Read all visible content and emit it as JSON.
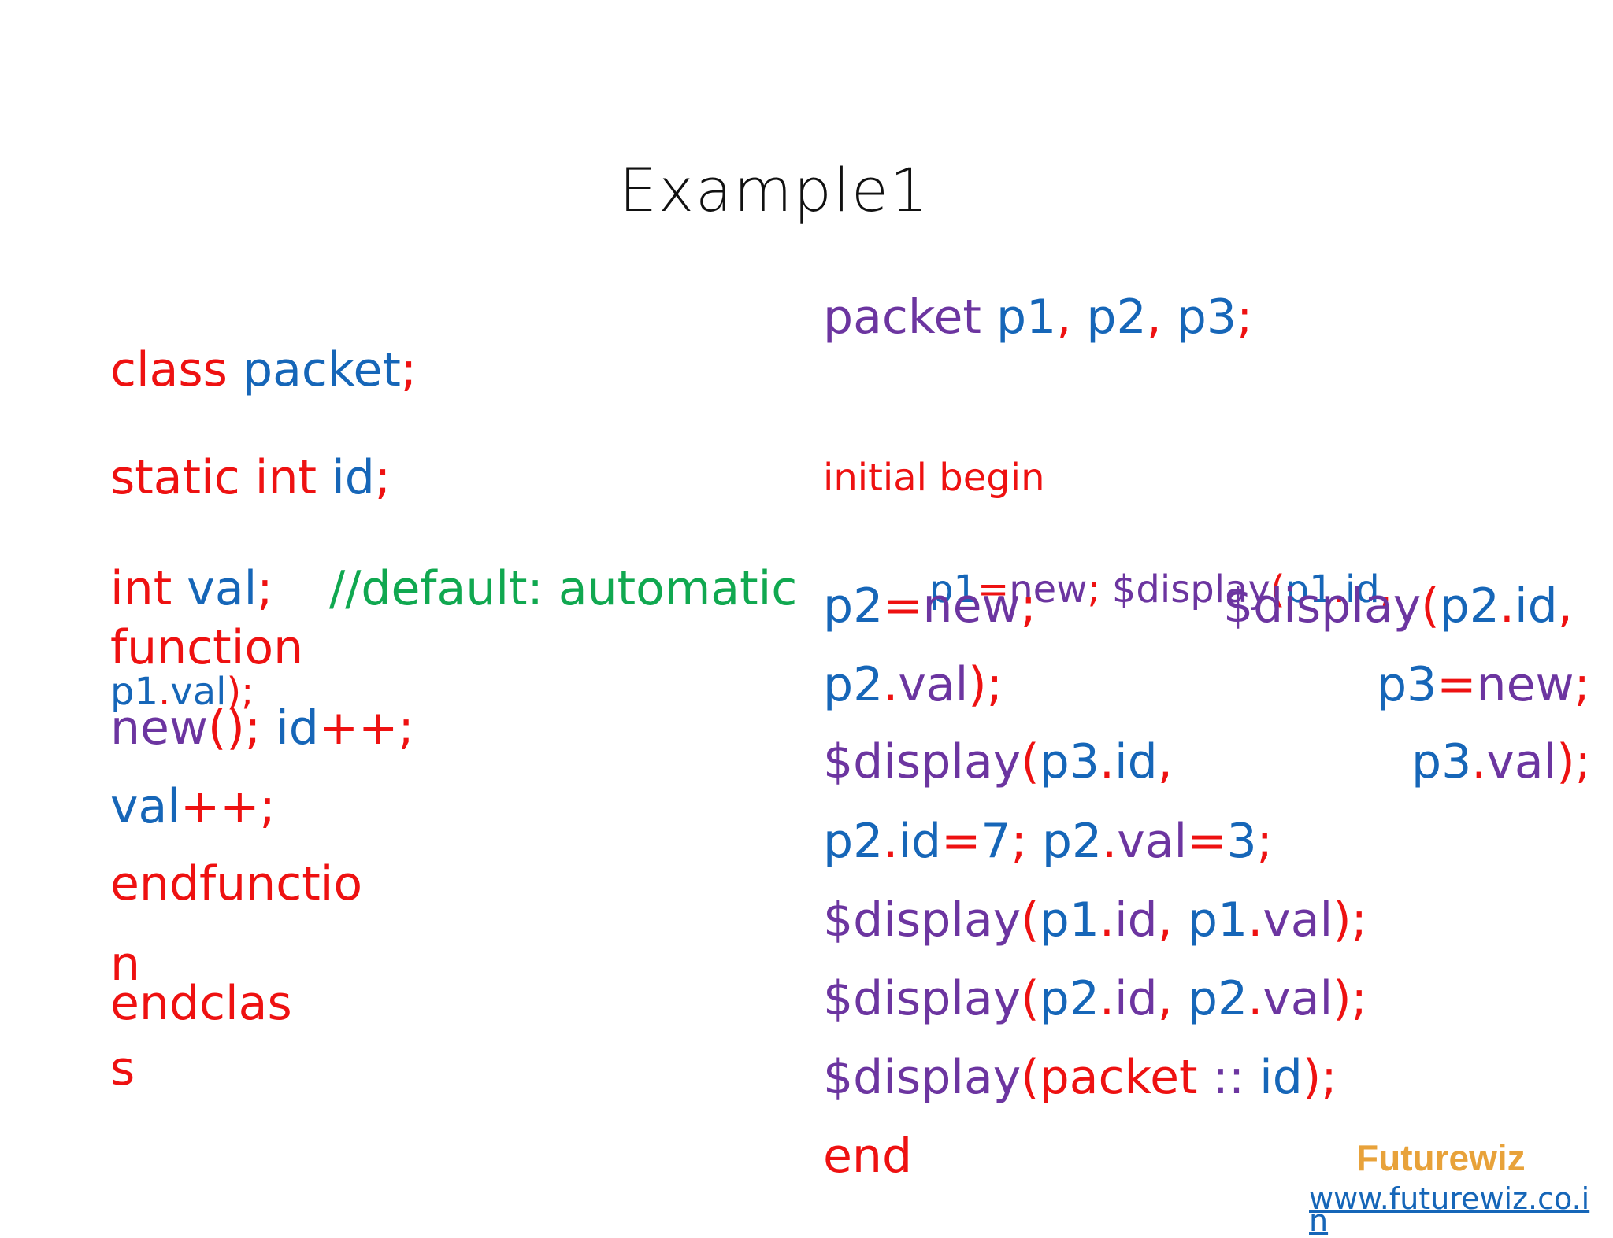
{
  "slide": {
    "title": "Example1",
    "left": {
      "class_line": [
        "class",
        " packet",
        ";"
      ],
      "static_line": [
        "static int",
        " id",
        ";"
      ],
      "int_line": [
        "int",
        " val",
        ";"
      ],
      "comment": "//default: automatic",
      "function_kw": "function",
      "p1val_overlap": [
        "p1",
        ".",
        "val",
        ")",
        ";"
      ],
      "new_line": [
        "new",
        "()",
        ";",
        " id",
        "++",
        ";"
      ],
      "val_line": [
        "val",
        "++",
        ";"
      ],
      "endfunction_a": "endfunctio",
      "endfunction_b": "n",
      "endclass_a": "endclas",
      "endclass_b": "s"
    },
    "right": {
      "decl_line": [
        "packet",
        " p1",
        ",",
        " p2",
        ",",
        " p3",
        ";"
      ],
      "initial_line": "initial begin",
      "overlap_small": [
        "p1",
        "=",
        "new",
        ";",
        " $display",
        "(",
        "p1",
        ".",
        "id",
        ","
      ],
      "p2new_line": [
        "p2",
        "=",
        "new",
        ";"
      ],
      "display_p2_a": [
        "$display",
        "(",
        "p2",
        ".",
        "id",
        ","
      ],
      "p2val_line": [
        "p2",
        ".",
        "val",
        ")",
        ";"
      ],
      "p3new_line": [
        "p3",
        "=",
        "new",
        ";"
      ],
      "display_p3_a": [
        "$display",
        "(",
        "p3",
        ".",
        "id",
        ","
      ],
      "p3val_line": [
        "p3",
        ".",
        "val",
        ")",
        ";"
      ],
      "assign_line": [
        "p2",
        ".",
        "id",
        "=",
        "7",
        ";",
        "  p2",
        ".",
        "val",
        "=",
        "3",
        ";"
      ],
      "display_p1": [
        "$display",
        "(",
        "p1",
        ".",
        "id",
        ",",
        " p1",
        ".",
        "val",
        ")",
        ";"
      ],
      "display_p2": [
        "$display",
        "(",
        "p2",
        ".",
        "id",
        ",",
        " p2",
        ".",
        "val",
        ")",
        ";"
      ],
      "display_static": [
        "$display",
        "(",
        "packet",
        " :: ",
        "id",
        ")",
        ";"
      ],
      "end_kw": "end"
    },
    "footer": {
      "brand": "Futurewiz",
      "url_a": "www.futurewiz.co.i",
      "url_b": "n"
    },
    "colors": {
      "keyword": "#ee1111",
      "identifier": "#1666b8",
      "type": "#6c35a0",
      "comment": "#10a850",
      "brand": "#e8a23a"
    }
  }
}
